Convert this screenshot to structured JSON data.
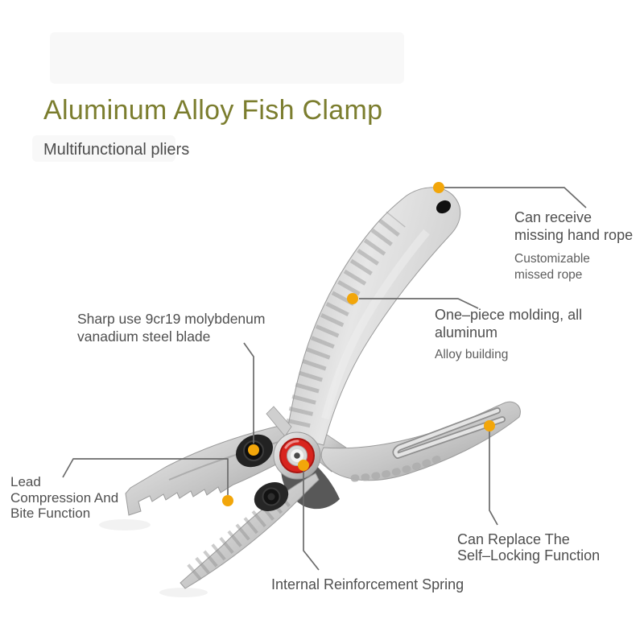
{
  "page": {
    "type": "product-feature-diagram",
    "background": "#FFFFFF"
  },
  "header": {
    "title": "Aluminum Alloy Fish Clamp",
    "subtitle": "Multifunctional pliers"
  },
  "annotations": {
    "hand_rope": {
      "lines": [
        "Can receive",
        "missing hand rope"
      ],
      "sub": [
        "Customizable",
        "missed rope"
      ]
    },
    "molding": {
      "lines": [
        "One–piece molding, all",
        "aluminum"
      ],
      "sub": [
        "Alloy building"
      ]
    },
    "blade": {
      "lines": [
        "Sharp use 9cr19 molybdenum",
        "vanadium steel blade"
      ]
    },
    "bite": {
      "lines": [
        "Lead",
        "Compression And",
        "Bite Function"
      ]
    },
    "self_lock": {
      "lines": [
        "Can Replace The",
        "Self–Locking Function"
      ]
    },
    "spring": {
      "lines": [
        "Internal Reinforcement Spring"
      ]
    }
  },
  "product": {
    "name": "Aluminum alloy fish clamp pliers",
    "callout_points": [
      "hand-rope-hole",
      "handle-body",
      "jaw-bolt",
      "jaw-teeth",
      "locking-wire",
      "pivot-spring"
    ]
  },
  "colors": {
    "title_green": "#7B7D2E",
    "text_primary": "#4F4F4F",
    "text_secondary": "#5D5D5D",
    "leader_line": "#6B6B6B",
    "callout_dot": "#F2A60A",
    "pivot_red": "#D8241E",
    "metal_light": "#ECECEC",
    "metal_dark": "#9A9A9A",
    "bolt_black": "#141414"
  }
}
